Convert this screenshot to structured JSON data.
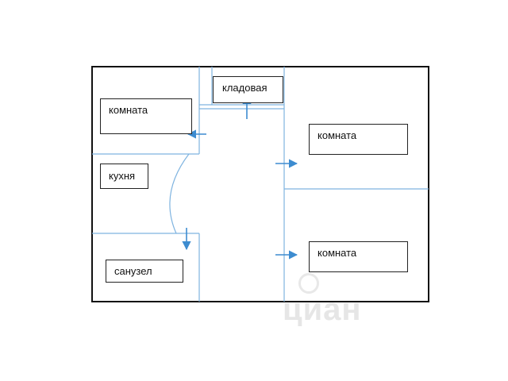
{
  "rooms": {
    "room_top_left": "комната",
    "storage": "кладовая",
    "room_top_right": "комната",
    "kitchen": "кухня",
    "room_bottom_right": "комната",
    "bathroom": "санузел"
  },
  "watermark": {
    "text": "циан"
  },
  "colors": {
    "wall": "#111111",
    "partition": "#7fb4e0",
    "arrow": "#3d8cd0",
    "label_border": "#222222"
  }
}
